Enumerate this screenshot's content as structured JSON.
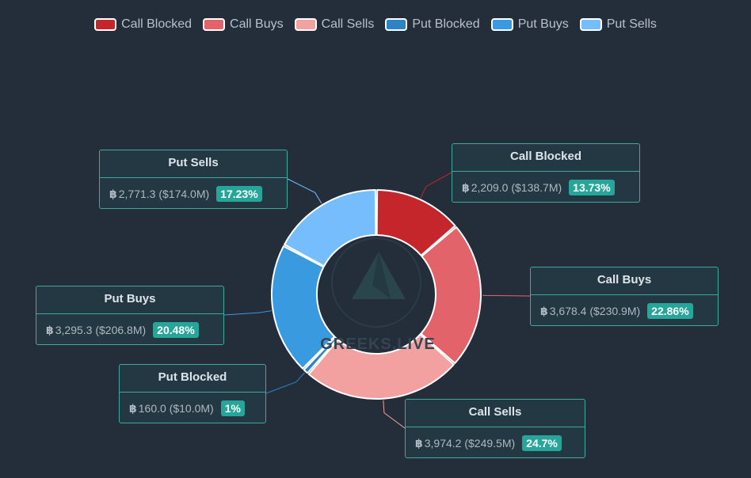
{
  "watermark": "GREEKS.LIVE",
  "coin_symbol": "฿",
  "chart_data": {
    "type": "pie",
    "variant": "donut",
    "legend_position": "top-center",
    "slices": [
      {
        "name": "Call Blocked",
        "btc": 2209.0,
        "btc_label": "2,209.0",
        "usd_label": "($138.7M)",
        "percent": 13.73,
        "percent_label": "13.73%",
        "color": "#c4262b"
      },
      {
        "name": "Call Buys",
        "btc": 3678.4,
        "btc_label": "3,678.4",
        "usd_label": "($230.9M)",
        "percent": 22.86,
        "percent_label": "22.86%",
        "color": "#e3636a"
      },
      {
        "name": "Call Sells",
        "btc": 3974.2,
        "btc_label": "3,974.2",
        "usd_label": "($249.5M)",
        "percent": 24.7,
        "percent_label": "24.7%",
        "color": "#f2a0a0"
      },
      {
        "name": "Put Blocked",
        "btc": 160.0,
        "btc_label": "160.0",
        "usd_label": "($10.0M)",
        "percent": 1,
        "percent_label": "1%",
        "color": "#2c85c2"
      },
      {
        "name": "Put Buys",
        "btc": 3295.3,
        "btc_label": "3,295.3",
        "usd_label": "($206.8M)",
        "percent": 20.48,
        "percent_label": "20.48%",
        "color": "#3a9ae0"
      },
      {
        "name": "Put Sells",
        "btc": 2771.3,
        "btc_label": "2,771.3",
        "usd_label": "($174.0M)",
        "percent": 17.23,
        "percent_label": "17.23%",
        "color": "#76bdfd"
      }
    ]
  }
}
